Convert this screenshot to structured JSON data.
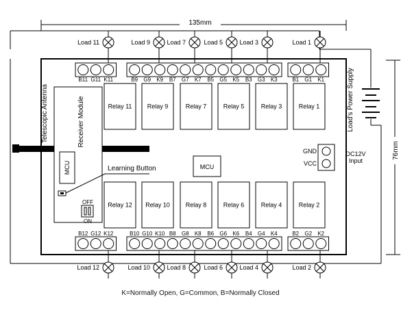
{
  "dimensions": {
    "width_label": "135mm",
    "height_label": "76mm"
  },
  "loads_top": [
    {
      "label": "Load 11"
    },
    {
      "label": "Load 9"
    },
    {
      "label": "Load 7"
    },
    {
      "label": "Load 5"
    },
    {
      "label": "Load 3"
    },
    {
      "label": "Load 1"
    }
  ],
  "loads_bottom": [
    {
      "label": "Load 12"
    },
    {
      "label": "Load 10"
    },
    {
      "label": "Load 8"
    },
    {
      "label": "Load 6"
    },
    {
      "label": "Load 4"
    },
    {
      "label": "Load 2"
    }
  ],
  "terminals_top": [
    "B11",
    "G11",
    "K11",
    "B9",
    "G9",
    "K9",
    "B7",
    "G7",
    "K7",
    "B5",
    "G5",
    "K5",
    "B3",
    "G3",
    "K3",
    "B1",
    "G1",
    "K1"
  ],
  "terminals_bottom": [
    "B12",
    "G12",
    "K12",
    "B10",
    "G10",
    "K10",
    "B8",
    "G8",
    "K8",
    "B6",
    "G6",
    "K6",
    "B4",
    "G4",
    "K4",
    "B2",
    "G2",
    "K2"
  ],
  "relays_top": [
    "Relay 11",
    "Relay 9",
    "Relay 7",
    "Relay 5",
    "Relay 3",
    "Relay 1"
  ],
  "relays_bottom": [
    "Relay 12",
    "Relay 10",
    "Relay 8",
    "Relay 6",
    "Relay 4",
    "Relay 2"
  ],
  "antenna_label": "Telescopic Antenna",
  "receiver_label": "Receiver Module",
  "receiver_mcu_label": "MCU",
  "main_mcu_label": "MCU",
  "learning_button_label": "Learning Button",
  "switch_off_label": "OFF",
  "switch_on_label": "ON",
  "power_supply_label": "Load's Power Supply",
  "gnd_label": "GND",
  "vcc_label": "VCC",
  "dc_input_line1": "DC12V",
  "dc_input_line2": "Input",
  "legend": "K=Normally Open, G=Common, B=Normally Closed"
}
